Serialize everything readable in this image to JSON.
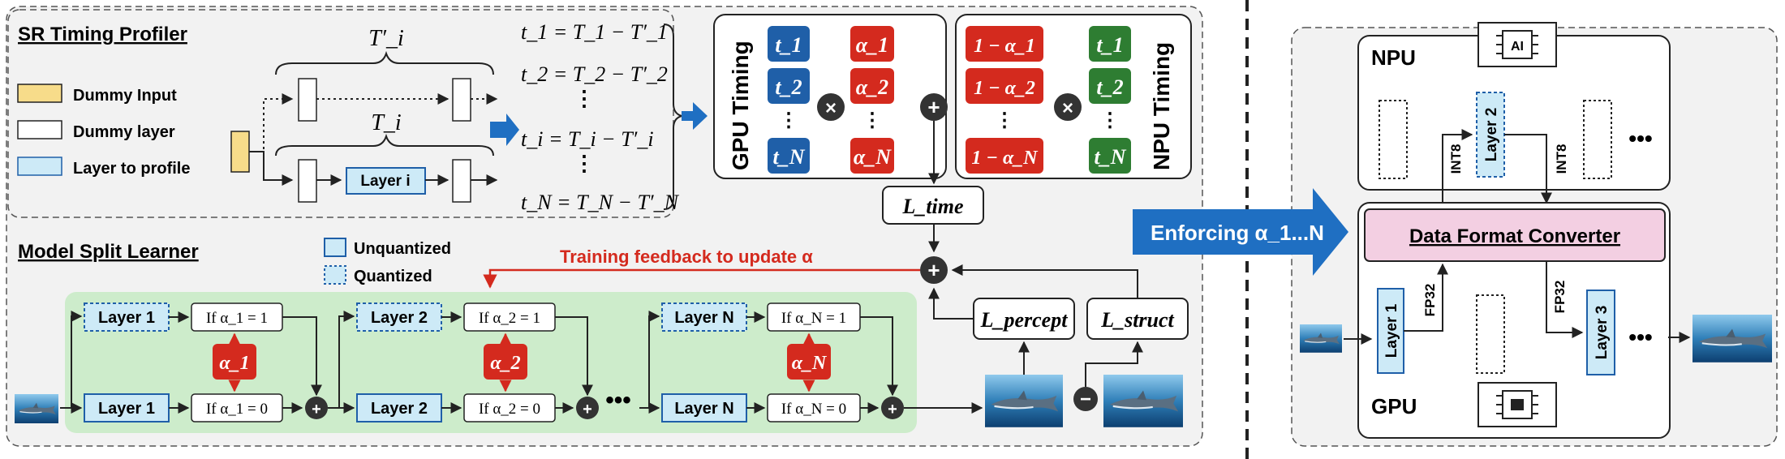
{
  "profiler": {
    "title": "SR Timing Profiler",
    "legend": {
      "dummy_input": "Dummy Input",
      "dummy_layer": "Dummy layer",
      "layer_to_profile": "Layer to profile"
    },
    "brace_top": "T′_i",
    "brace_bottom": "T_i",
    "layer_i": "Layer i",
    "equations": [
      "t_1 = T_1 − T′_1",
      "t_2 = T_2 − T′_2",
      "t_i = T_i − T′_i",
      "t_N = T_N − T′_N"
    ]
  },
  "gpu_timing": {
    "label": "GPU Timing",
    "t_cells": [
      "t_1",
      "t_2",
      "t_N"
    ],
    "alpha_cells": [
      "α_1",
      "α_2",
      "α_N"
    ]
  },
  "npu_timing": {
    "label": "NPU Timing",
    "one_minus_cells": [
      "1 − α_1",
      "1 − α_2",
      "1 − α_N"
    ],
    "t_cells": [
      "t_1",
      "t_2",
      "t_N"
    ]
  },
  "losses": {
    "time": "L_time",
    "percept": "L_percept",
    "struct": "L_struct"
  },
  "split_learner": {
    "title": "Model Split Learner",
    "legend": {
      "unquantized": "Unquantized",
      "quantized": "Quantized"
    },
    "feedback": "Training feedback to update α",
    "groups": [
      {
        "layer": "Layer 1",
        "if_one": "If α_1 = 1",
        "if_zero": "If α_1 = 0",
        "alpha": "α_1"
      },
      {
        "layer": "Layer 2",
        "if_one": "If α_2 = 1",
        "if_zero": "If α_2 = 0",
        "alpha": "α_2"
      },
      {
        "layer": "Layer N",
        "if_one": "If α_N = 1",
        "if_zero": "If α_N = 0",
        "alpha": "α_N"
      }
    ]
  },
  "enforcing": "Enforcing α_1...N",
  "deploy": {
    "npu_label": "NPU",
    "gpu_label": "GPU",
    "ai_chip": "AI",
    "layer2": "Layer 2",
    "layer1": "Layer 1",
    "layer3": "Layer 3",
    "converter": "Data Format Converter",
    "int8_left": "INT8",
    "int8_right": "INT8",
    "fp32_left": "FP32",
    "fp32_right": "FP32"
  },
  "colors": {
    "blue_cell": "#1f5fa8",
    "red_cell": "#d42a1e",
    "green_cell": "#2e7d32",
    "light_blue": "#cdeaf7",
    "green_region": "#cdeccb",
    "yellow": "#f7dc8a",
    "pink": "#f3cfe2",
    "arrow_blue": "#1f6fc2",
    "panel_gray": "#f2f2f2"
  }
}
